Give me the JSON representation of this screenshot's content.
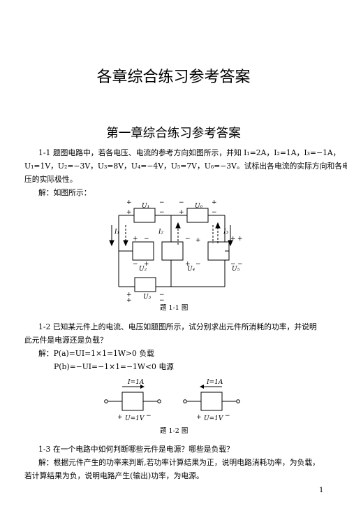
{
  "doc": {
    "title": "各章综合练习参考答案",
    "chapter_title": "第一章综合练习参考答案",
    "page_number": "1"
  },
  "q1": {
    "line1": "1-1  题图电路中，若各电压、电流的参考方向如图所示，并知 I₁=2A，I₂=1A，I₃=−1A，",
    "line2": "U₁=1V，U₂=−3V，U₃=8V，U₄=−4V，U₅=7V，U₆=−3V。试标出各电流的实际方向和各电",
    "line3": "压的实际极性。",
    "answer": "解：如图所示：",
    "caption": "题 1-1 图",
    "labels": {
      "U1": "U₁",
      "U2": "U₂",
      "U3": "U₃",
      "U4": "U₄",
      "U5": "U₅",
      "U6": "U₆",
      "I1": "I₁",
      "I2": "I₂",
      "I3": "I₃",
      "plus": "+",
      "minus": "−"
    }
  },
  "q2": {
    "line1": "1-2  已知某元件上的电流、电压如题图所示，试分别求出元件所消耗的功率，并说明",
    "line2": "此元件是电源还是负载？",
    "answer_a": "解：P(a)=UI=1×1=1W>0    负载",
    "answer_b": "P(b)=−UI=−1×1=−1W<0    电源",
    "caption": "题 1-2 图",
    "current_label": "I=1A",
    "voltage_label": "U=1V",
    "plus": "+",
    "minus": "−"
  },
  "q3": {
    "line1": "1-3  在一个电路中如何判断哪些元件是电源？哪些是负载？",
    "line2": "解：根据元件产生的功率来判断,若功率计算结果为正，说明电路消耗功率，为负载，",
    "line3": "若计算结果为负，说明电路产生(输出)功率，为电源。"
  }
}
